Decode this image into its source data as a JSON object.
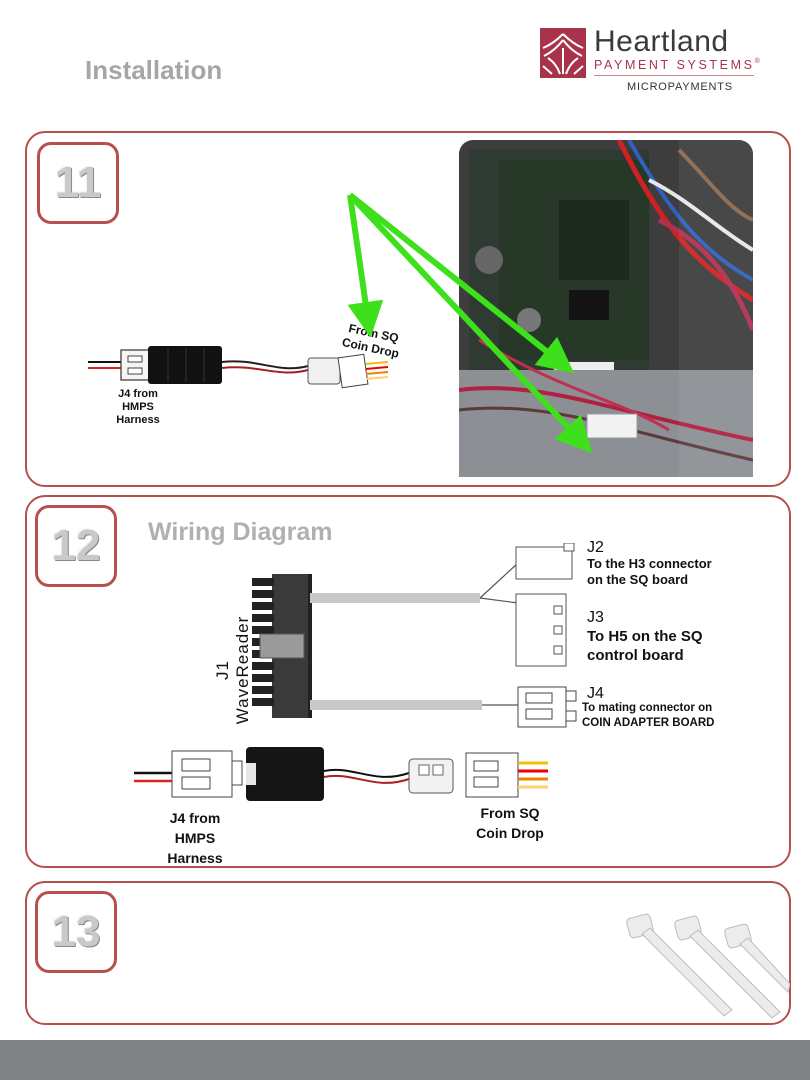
{
  "header": {
    "title": "Installation",
    "logo": {
      "name": "Heartland",
      "tagline": "PAYMENT SYSTEMS",
      "registered": "®",
      "division": "MICROPAYMENTS"
    }
  },
  "steps": [
    {
      "number": "11",
      "labels": {
        "j4": [
          "J4 from",
          "HMPS",
          "Harness"
        ],
        "from_sq": [
          "From SQ",
          "Coin Drop"
        ]
      }
    },
    {
      "number": "12",
      "heading": "Wiring Diagram",
      "j1": {
        "id": "J1",
        "name": "WaveReader"
      },
      "connectors": [
        {
          "id": "J2",
          "desc": [
            "To the H3  connector",
            "on the SQ board"
          ]
        },
        {
          "id": "J3",
          "desc": [
            "To H5 on the SQ",
            "control board"
          ]
        },
        {
          "id": "J4",
          "desc": [
            "To mating connector on",
            "COIN ADAPTER BOARD"
          ]
        }
      ],
      "labels": {
        "j4": [
          "J4 from",
          "HMPS",
          "Harness"
        ],
        "from_sq": [
          "From SQ",
          "Coin Drop"
        ]
      }
    },
    {
      "number": "13"
    }
  ],
  "colors": {
    "accent": "#b5504d",
    "arrow": "#3de01b",
    "footer": "#808285",
    "brand": "#a8334a"
  }
}
